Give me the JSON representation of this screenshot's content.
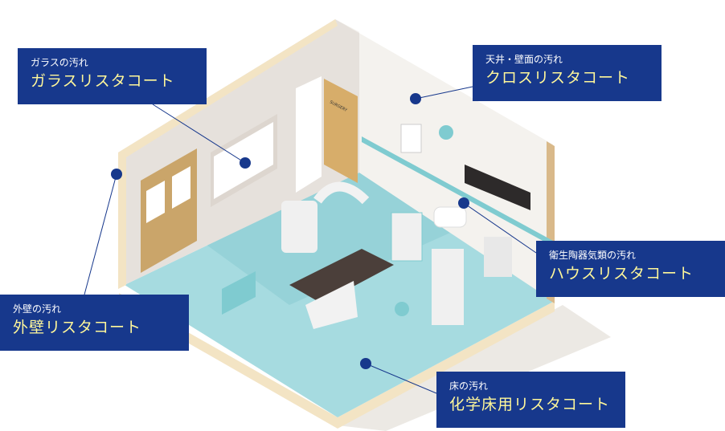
{
  "colors": {
    "box": "#17388c",
    "title": "#fff79a",
    "dot": "#17388c",
    "floor": "#a6dbe0",
    "wall": "#eeeae5"
  },
  "labels": [
    {
      "sub": "ガラスの汚れ",
      "title": "ガラスリスタコート"
    },
    {
      "sub": "天井・壁面の汚れ",
      "title": "クロスリスタコート"
    },
    {
      "sub": "衛生陶器気類の汚れ",
      "title": "ハウスリスタコート"
    },
    {
      "sub": "外壁の汚れ",
      "title": "外壁リスタコート"
    },
    {
      "sub": "床の汚れ",
      "title": "化学床用リスタコート"
    }
  ],
  "door_sign": "SURGERY"
}
